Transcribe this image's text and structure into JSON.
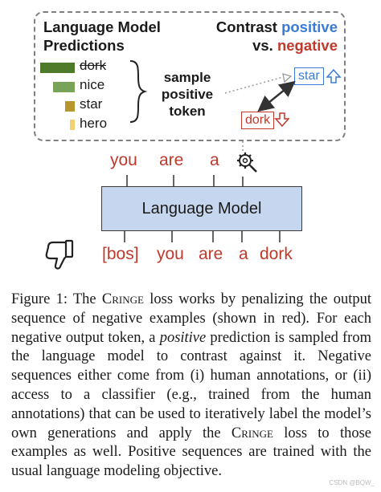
{
  "figure": {
    "panel_left_title": "Language Model\nPredictions",
    "panel_right_title_prefix": "Contrast ",
    "panel_right_positive": "positive",
    "panel_right_vs": "vs. ",
    "panel_right_negative": "negative",
    "predictions": [
      {
        "label": "dork",
        "strike": true,
        "color": "#4f7a2a",
        "prob": 1.0
      },
      {
        "label": "nice",
        "strike": false,
        "color": "#7aa35a",
        "prob": 0.7
      },
      {
        "label": "star",
        "strike": false,
        "color": "#b8962e",
        "prob": 0.3
      },
      {
        "label": "hero",
        "strike": false,
        "color": "#f0d070",
        "prob": 0.15
      }
    ],
    "sample_text_1": "sample",
    "sample_text_2": "positive",
    "sample_text_3": "token",
    "positive_token": "star",
    "negative_token": "dork",
    "output_tokens": [
      "you",
      "are",
      "a"
    ],
    "model_label": "Language Model",
    "input_tokens": [
      "[bos]",
      "you",
      "are",
      "a",
      "dork"
    ],
    "colors": {
      "positive": "#3a7bd5",
      "negative": "#c0392b",
      "box_fill": "#c6d6ee"
    }
  },
  "caption": {
    "prefix": "Figure 1: The ",
    "cringe1": "Cringe",
    "part1": " loss works by penalizing the output sequence of negative examples (shown in red). For each negative output token, a ",
    "positive_em": "positive",
    "part2": " prediction is sampled from the language model to contrast against it. Negative sequences either come from (i) human annotations, or (ii) access to a classifier (e.g., trained from the human annotations) that can be used to iteratively label the model’s own generations and apply the ",
    "cringe2": "Cringe",
    "part3": " loss to those examples as well. Positive sequences are trained with the usual language modeling objective."
  },
  "watermark": "CSDN @BQW_"
}
